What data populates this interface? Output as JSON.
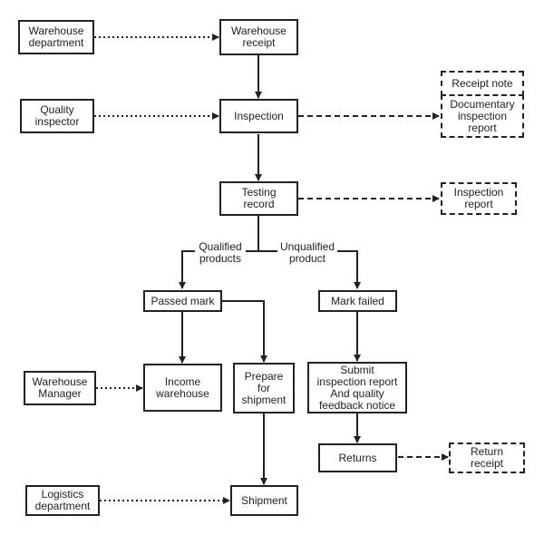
{
  "nodes": {
    "warehouse_department": "Warehouse\ndepartment",
    "warehouse_receipt": "Warehouse\nreceipt",
    "quality_inspector": "Quality\ninspector",
    "inspection": "Inspection",
    "receipt_note": "Receipt note",
    "documentary_inspection_report": "Documentary\ninspection\nreport",
    "testing_record": "Testing\nrecord",
    "inspection_report": "Inspection\nreport",
    "passed_mark": "Passed mark",
    "mark_failed": "Mark failed",
    "warehouse_manager": "Warehouse\nManager",
    "income_warehouse": "Income\nwarehouse",
    "prepare_for_shipment": "Prepare\nfor\nshipment",
    "submit_inspection_report": "Submit\ninspection report\nAnd quality\nfeedback notice",
    "returns": "Returns",
    "return_receipt": "Return\nreceipt",
    "logistics_department": "Logistics\ndepartment",
    "shipment": "Shipment"
  },
  "edge_labels": {
    "qualified_products": "Qualified\nproducts",
    "unqualified_product": "Unqualified\nproduct"
  },
  "colors": {
    "stroke": "#222222",
    "background": "#ffffff"
  }
}
